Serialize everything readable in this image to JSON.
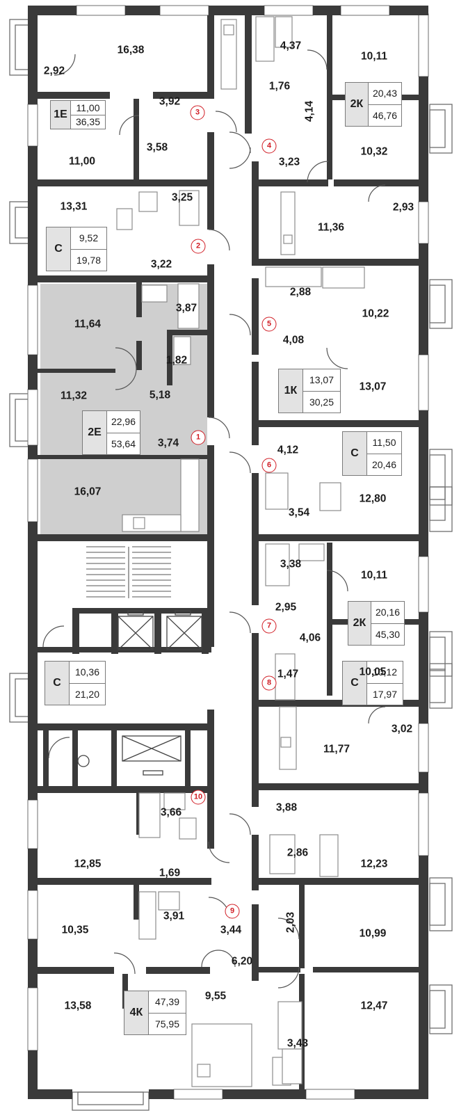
{
  "colors": {
    "wall": "#3a3a3a",
    "highlight": "#cfcfcf",
    "fixture": "#8c8c8c",
    "marker": "#d11d25",
    "badge_type_bg": "#e3e3e3"
  },
  "apartments": [
    {
      "no": "1",
      "type": "2Е",
      "living": "22,96",
      "total": "53,64"
    },
    {
      "no": "2",
      "type": "С",
      "living": "9,52",
      "total": "19,78"
    },
    {
      "no": "3",
      "type": "1Е",
      "living": "11,00",
      "total": "36,35"
    },
    {
      "no": "4",
      "type": "2К",
      "living": "20,43",
      "total": "46,76"
    },
    {
      "no": "5",
      "type": "1К",
      "living": "13,07",
      "total": "30,25"
    },
    {
      "no": "6",
      "type": "С",
      "living": "11,50",
      "total": "20,46"
    },
    {
      "no": "7",
      "type": "2К",
      "living": "20,16",
      "total": "45,30"
    },
    {
      "no": "8",
      "type": "С",
      "living": "10,12",
      "total": "17,97"
    },
    {
      "no": "9",
      "type": "4К",
      "living": "47,39",
      "total": "75,95"
    },
    {
      "no": "10",
      "type": "С",
      "living": "10,36",
      "total": "21,20"
    }
  ],
  "rooms": [
    "16,38",
    "2,92",
    "3,92",
    "11,00",
    "3,58",
    "4,37",
    "10,11",
    "1,76",
    "4,14",
    "10,32",
    "3,23",
    "13,31",
    "3,25",
    "3,22",
    "11,36",
    "2,93",
    "3,87",
    "11,64",
    "1,82",
    "2,88",
    "10,22",
    "4,08",
    "11,32",
    "5,18",
    "3,74",
    "13,07",
    "4,12",
    "16,07",
    "12,80",
    "3,54",
    "3,38",
    "10,11",
    "2,95",
    "4,06",
    "1,47",
    "10,05",
    "11,77",
    "3,02",
    "3,66",
    "3,88",
    "12,85",
    "1,69",
    "2,86",
    "12,23",
    "3,91",
    "3,44",
    "10,35",
    "2,03",
    "10,99",
    "6,20",
    "9,55",
    "13,58",
    "3,43",
    "12,47"
  ]
}
